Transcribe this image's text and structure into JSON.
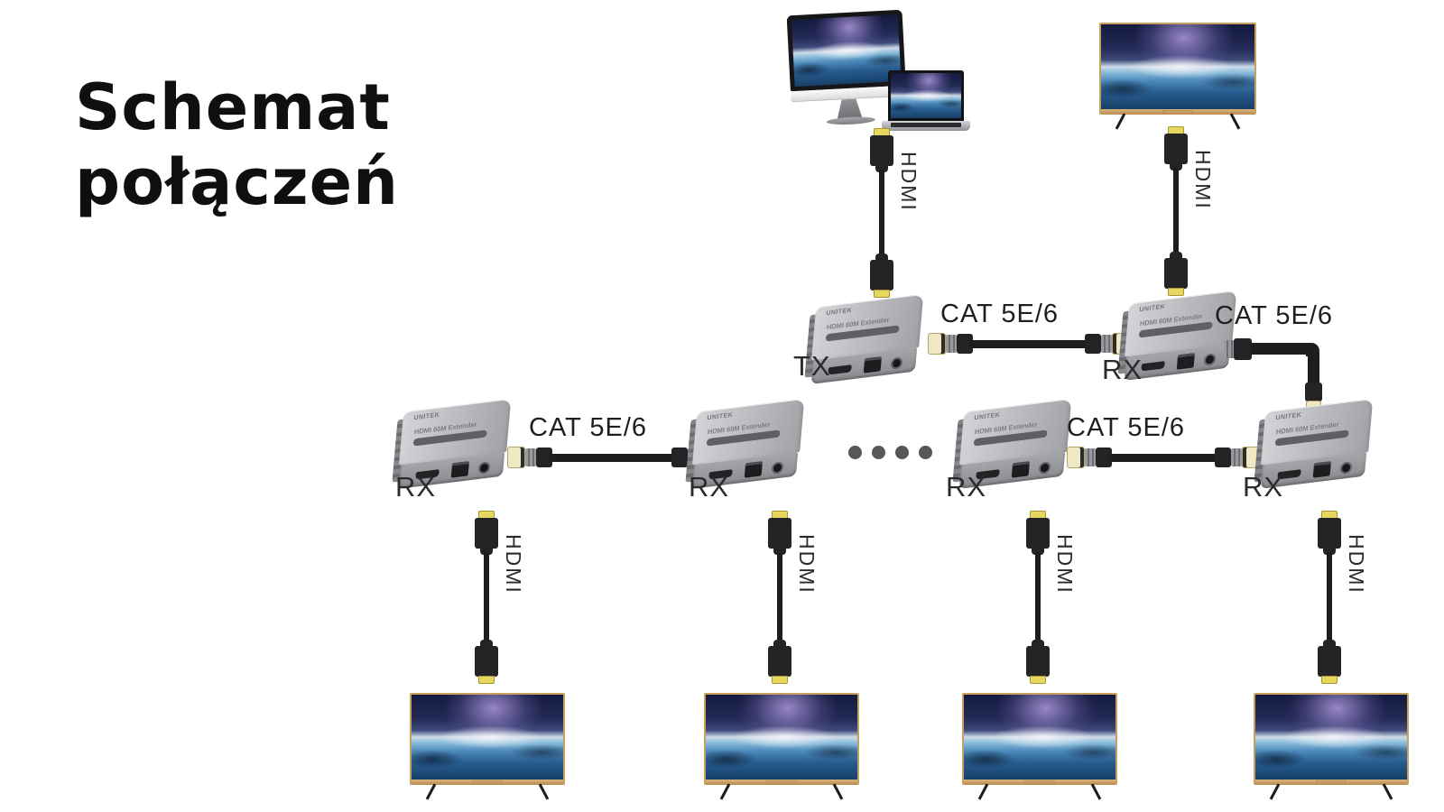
{
  "title": {
    "line1": "Schemat",
    "line2": "połączeń"
  },
  "labels": {
    "tx": "TX",
    "rx": "RX",
    "hdmi": "HDMI",
    "cat": "CAT 5E/6"
  },
  "device": {
    "brand": "UNITEK",
    "model": "HDMI 60M Extender"
  },
  "colors": {
    "background": "#ffffff",
    "title_text": "#0f0f10",
    "label_text": "#2b2b2d",
    "cable_black": "#1d1d1f",
    "hdmi_connector_yellow": "#e6d75e",
    "rj45_connector_cream": "#efe8c2",
    "device_gray": "#b7b9bd",
    "tv_bezel_gold": "#c7a05e",
    "ellipsis_dot": "#57575a"
  },
  "diagram": {
    "source_devices": [
      "desktop-computer",
      "laptop"
    ],
    "ellipsis_dots": 4,
    "nodes": [
      "TX",
      "RX",
      "RX",
      "RX",
      "RX",
      "RX"
    ],
    "connections": [
      {
        "from": "source",
        "to": "TX",
        "cable": "HDMI"
      },
      {
        "from": "TX",
        "to": "RX-1",
        "cable": "CAT 5E/6"
      },
      {
        "from": "RX-1",
        "to": "TV-1",
        "cable": "HDMI"
      },
      {
        "from": "RX-1",
        "to": "RX-5",
        "cable": "CAT 5E/6"
      },
      {
        "from": "RX-5",
        "to": "TV-5",
        "cable": "HDMI"
      },
      {
        "from": "RX-4",
        "to": "RX-5",
        "cable": "CAT 5E/6"
      },
      {
        "from": "RX-4",
        "to": "TV-4",
        "cable": "HDMI"
      },
      {
        "from": "RX-2",
        "to": "RX-3",
        "cable": "CAT 5E/6"
      },
      {
        "from": "RX-3",
        "to": "TV-3",
        "cable": "HDMI"
      },
      {
        "from": "RX-2",
        "to": "TV-2",
        "cable": "HDMI"
      }
    ]
  }
}
